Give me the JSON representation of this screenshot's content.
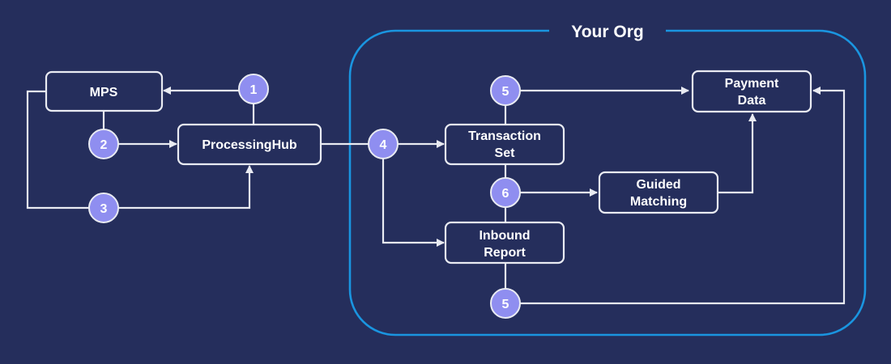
{
  "group": {
    "label": "Your Org",
    "stroke": "#1a95e0"
  },
  "nodes": {
    "mps": {
      "label": "MPS"
    },
    "processinghub": {
      "label": "ProcessingHub"
    },
    "transaction_set": {
      "label_line1": "Transaction",
      "label_line2": "Set"
    },
    "payment_data": {
      "label_line1": "Payment",
      "label_line2": "Data"
    },
    "guided_matching": {
      "label_line1": "Guided",
      "label_line2": "Matching"
    },
    "inbound_report": {
      "label_line1": "Inbound",
      "label_line2": "Report"
    }
  },
  "badges": {
    "b1": "1",
    "b2": "2",
    "b3": "3",
    "b4": "4",
    "b5_top": "5",
    "b6": "6",
    "b5_bottom": "5"
  },
  "colors": {
    "background": "#252e5c",
    "line": "#e9ebf2",
    "badge_fill": "#8f8ef0"
  }
}
